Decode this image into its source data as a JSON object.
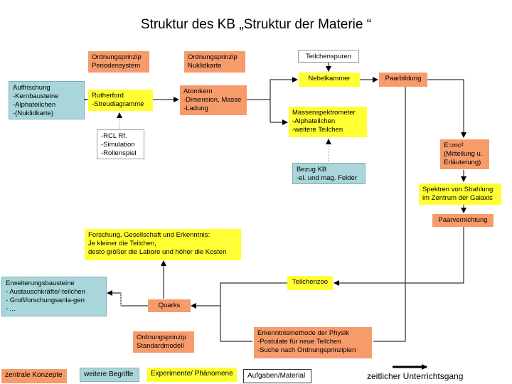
{
  "title": "Struktur des KB „Struktur der Materie “",
  "nodes": {
    "ord_periodensystem": "Ordnungsprinzip\nPeriodensystem",
    "ord_nuklidkarte": "Ordnungsprinzip\nNuklidkarte",
    "teilchenspuren": "Teilchenspuren",
    "nebelkammer": "Nebelkammer",
    "paarbildung": "Paarbildung",
    "auffrischung": "Auffrischung\n-Kernbausteine\n-Alphateilchen\n-(Nuklidkarte)",
    "rutherford": "Rutherford\n-Streudiagramme",
    "atomkern": "Atomkern\n-Dimension, Masse\n-Ladung",
    "massenspektrometer": "Massenspektrometer\n-Alphateilchen\n-weitere Teilchen",
    "rcl": "-RCL Rf.\n-Simulation\n-Rollenspiel",
    "emc2": "E=mc²\n(Mitteilung u.\nErläuterung)",
    "bezug_kb": "Bezug KB\n-el. und mag. Felder",
    "spektren": "Spektren von Strahlung\nim Zentrum der Galaxis",
    "paarvernichtung": "Paarvernichtung",
    "forschung": "Forschung, Gesellschaft und Erkenntnis:\nJe kleiner die Teilchen,\ndesto größer die Labore und höher die Kosten",
    "erweiterung": "Erweiterungsbausteine\n- Austauschkräfte/-teilchen\n- Großforschungsanla-gen\n- ...",
    "teilchenzoo": "Teilchenzoo",
    "quarks": "Quarks",
    "ord_standardmodell": "Ordnungsprinzip\nStandardmodell",
    "erkenntnismethode": "Erkenntnismethode der Physik\n-Postulate für neue Teilchen\n-Suche nach Ordnungsprinzipien"
  },
  "legend": {
    "zentrale_konzepte": "zentrale Konzepte",
    "weitere_begriffe": "weitere Begriffe",
    "experimente": "Experimente/ Phänomene",
    "aufgaben": "Aufgaben/Material",
    "timeline": "zeitlicher Unterrichtsgang"
  },
  "colors": {
    "orange": "#f79b6b",
    "yellow": "#ffff33",
    "blue": "#a8d6da",
    "white": "#ffffff"
  }
}
